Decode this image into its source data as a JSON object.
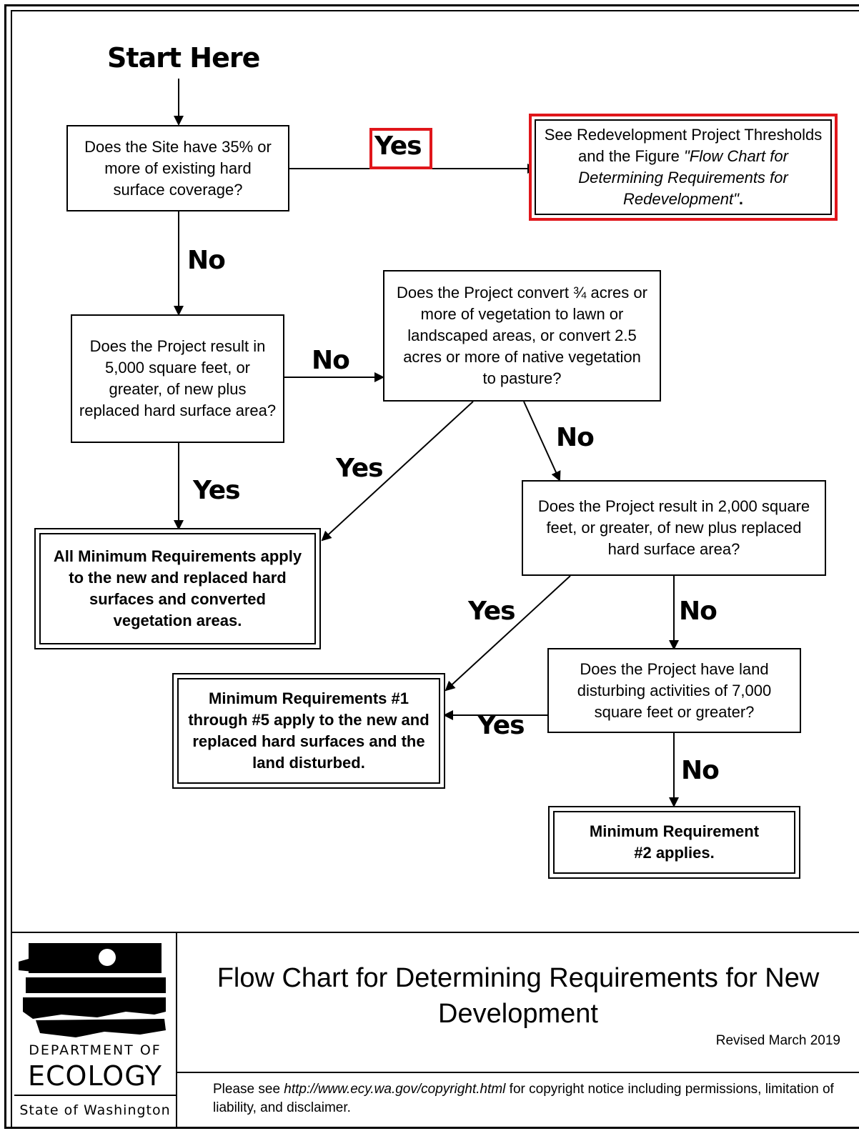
{
  "start_label": "Start Here",
  "nodes": {
    "q1": "Does the Site have 35% or more of existing hard surface coverage?",
    "ref_box": {
      "prefix": "See Redevelopment Project Thresholds and the Figure ",
      "italic": "\"Flow Chart for Determining Requirements for Redevelopment\"",
      "suffix": "."
    },
    "q2": "Does the Project result in 5,000 square feet, or greater, of new plus replaced hard surface area?",
    "q3": "Does the Project convert ¾ acres or more of vegetation to lawn or landscaped areas, or convert 2.5 acres or more of native vegetation to pasture?",
    "r_all": "All Minimum Requirements apply to the new and replaced hard surfaces and converted vegetation areas.",
    "q4": "Does the Project result in 2,000 square feet, or greater, of new plus replaced hard surface area?",
    "q5": "Does the Project have land disturbing activities of 7,000 square feet or greater?",
    "r_1to5": "Minimum Requirements #1 through #5 apply to the new and replaced hard surfaces and the land disturbed.",
    "r_2": "Minimum Requirement #2 applies."
  },
  "labels": {
    "q1_yes": "Yes",
    "q1_no": "No",
    "q2_no": "No",
    "q2_yes": "Yes",
    "q3_yes": "Yes",
    "q3_no": "No",
    "q4_yes": "Yes",
    "q4_no": "No",
    "q5_yes": "Yes",
    "q5_no": "No"
  },
  "colors": {
    "highlight": "#e0161b"
  },
  "footer": {
    "title": "Flow Chart for Determining Requirements for New Development",
    "revised": "Revised March 2019",
    "copyright": {
      "prefix": "Please see ",
      "url": "http://www.ecy.wa.gov/copyright.html",
      "suffix": " for copyright notice including permissions, limitation of liability, and disclaimer."
    },
    "logo": {
      "dept": "DEPARTMENT OF",
      "name": "ECOLOGY",
      "state": "State of Washington"
    }
  }
}
